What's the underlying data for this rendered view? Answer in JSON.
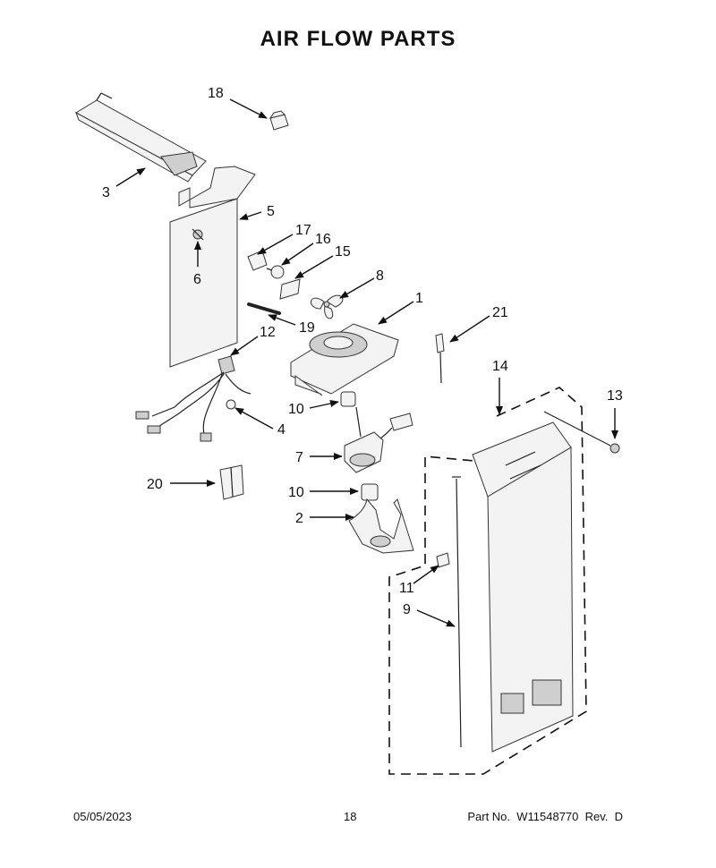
{
  "title": "AIR FLOW PARTS",
  "footer": {
    "date": "05/05/2023",
    "page": "18",
    "part": "Part No.  W11548770  Rev.  D"
  },
  "callouts": [
    "18",
    "3",
    "5",
    "17",
    "16",
    "15",
    "6",
    "8",
    "1",
    "19",
    "21",
    "12",
    "14",
    "13",
    "10",
    "4",
    "7",
    "20",
    "10",
    "2",
    "11",
    "9"
  ]
}
